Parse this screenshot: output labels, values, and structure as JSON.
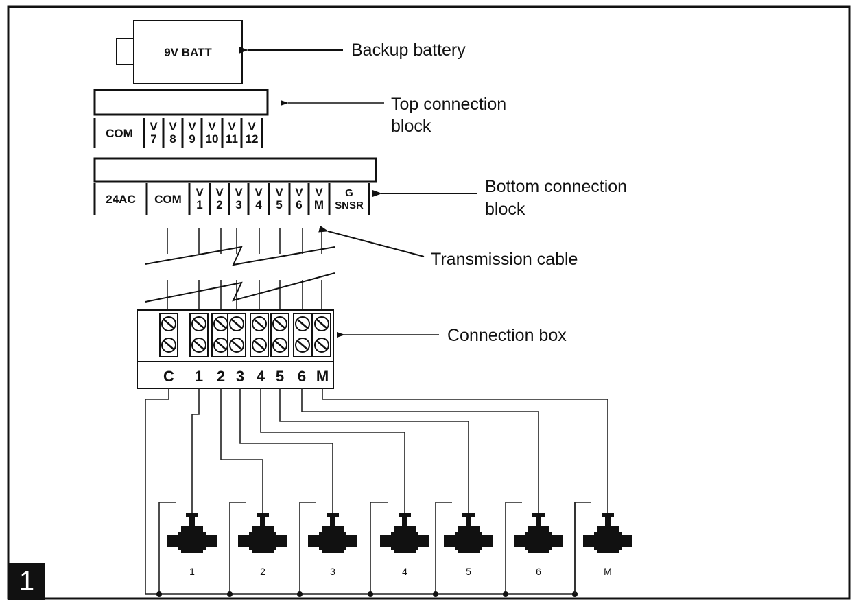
{
  "figure_number": "1",
  "battery": {
    "label": "9V BATT"
  },
  "callouts": {
    "backup_battery": "Backup battery",
    "top_block_line1": "Top connection",
    "top_block_line2": "block",
    "bottom_block_line1": "Bottom connection",
    "bottom_block_line2": "block",
    "transmission_cable": "Transmission cable",
    "connection_box": "Connection box"
  },
  "top_block": {
    "terminals": [
      {
        "t": "COM",
        "b": ""
      },
      {
        "t": "V",
        "b": "7"
      },
      {
        "t": "V",
        "b": "8"
      },
      {
        "t": "V",
        "b": "9"
      },
      {
        "t": "V",
        "b": "10"
      },
      {
        "t": "V",
        "b": "11"
      },
      {
        "t": "V",
        "b": "12"
      }
    ]
  },
  "bottom_block": {
    "terminals": [
      {
        "t": "24AC",
        "b": ""
      },
      {
        "t": "COM",
        "b": ""
      },
      {
        "t": "V",
        "b": "1"
      },
      {
        "t": "V",
        "b": "2"
      },
      {
        "t": "V",
        "b": "3"
      },
      {
        "t": "V",
        "b": "4"
      },
      {
        "t": "V",
        "b": "5"
      },
      {
        "t": "V",
        "b": "6"
      },
      {
        "t": "V",
        "b": "M"
      },
      {
        "t": "G",
        "b": "SNSR"
      }
    ]
  },
  "connection_box": {
    "labels": [
      "C",
      "1",
      "2",
      "3",
      "4",
      "5",
      "6",
      "M"
    ]
  },
  "valves": {
    "labels": [
      "1",
      "2",
      "3",
      "4",
      "5",
      "6",
      "M"
    ]
  }
}
